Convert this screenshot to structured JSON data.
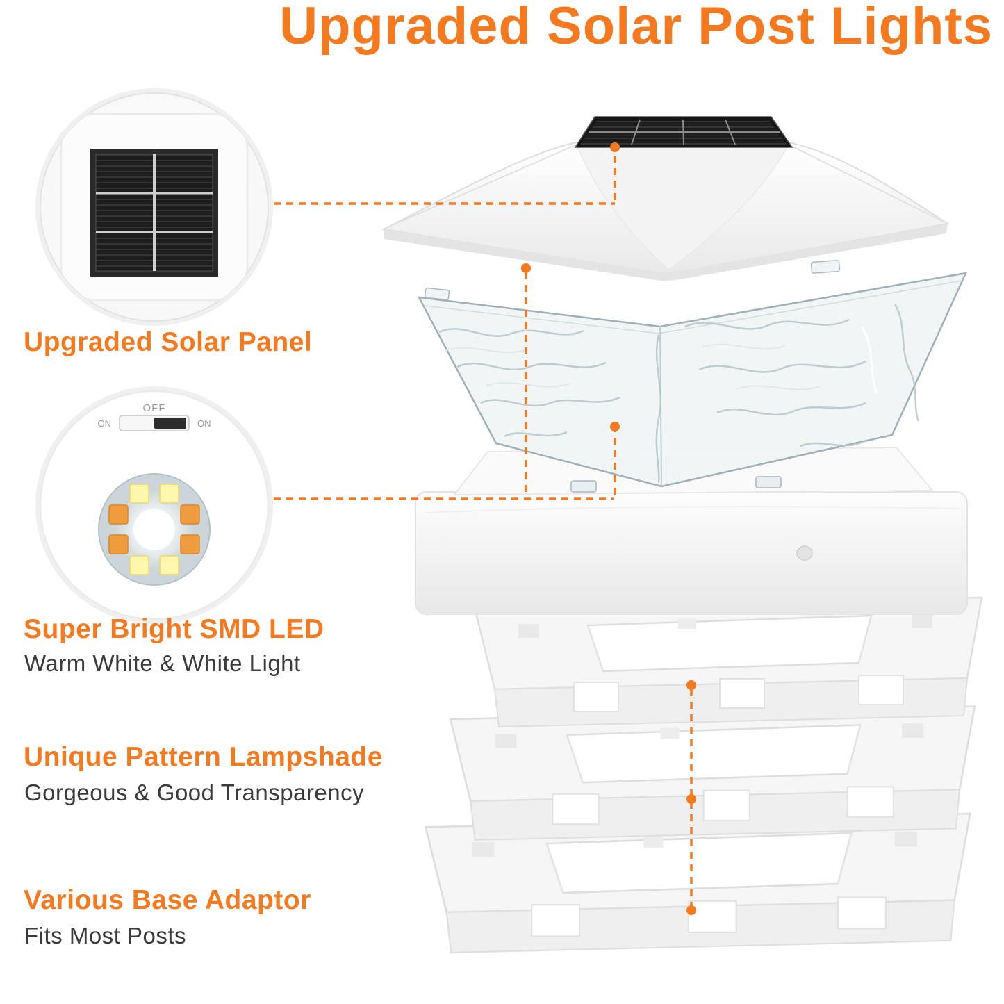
{
  "title": "Upgraded Solar Post Lights",
  "colors": {
    "accent": "#F4791F",
    "text_dark": "#3B3B3B",
    "solar_cell_dark": "#1E1E1E",
    "led_orange": "#EF9C3E",
    "led_warm_white": "#FFF6AE"
  },
  "callouts": {
    "solar_panel": {
      "label": "Upgraded Solar Panel"
    },
    "smd_led": {
      "label": "Super Bright SMD LED",
      "sub": "Warm White & White Light"
    },
    "lampshade": {
      "label": "Unique Pattern Lampshade",
      "sub": "Gorgeous & Good Transparency"
    },
    "base_adaptor": {
      "label": "Various Base Adaptor",
      "sub": "Fits Most Posts"
    }
  },
  "led_inset": {
    "switch_off_label": "OFF",
    "switch_on_left": "ON",
    "switch_on_right": "ON"
  }
}
